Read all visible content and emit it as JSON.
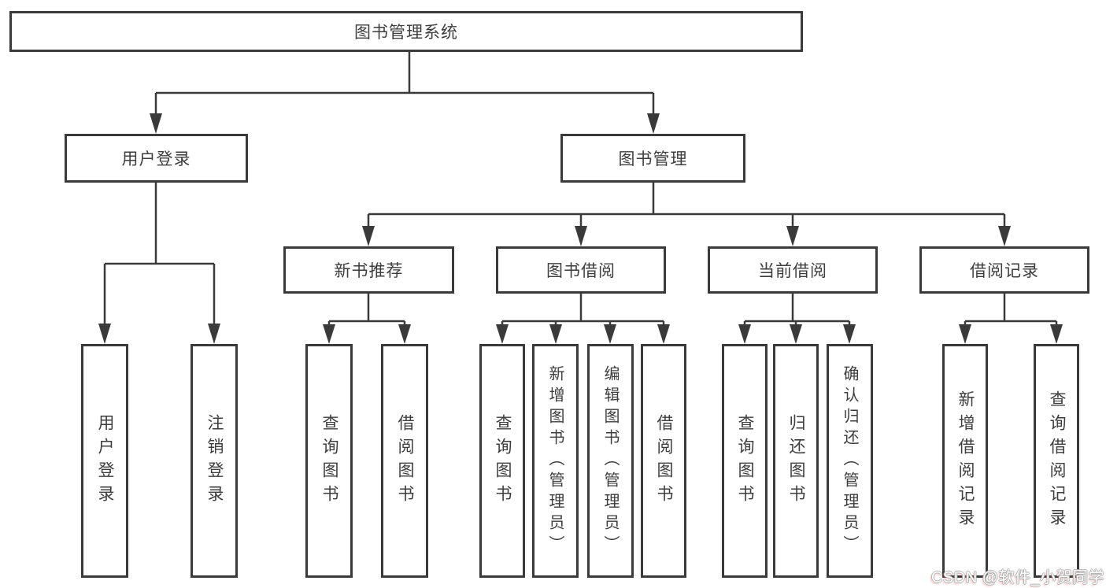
{
  "nodes": {
    "root": {
      "label": "图书管理系统"
    },
    "user_login": {
      "label": "用户登录"
    },
    "book_mgmt": {
      "label": "图书管理"
    },
    "new_book_rec": {
      "label": "新书推荐"
    },
    "book_borrow": {
      "label": "图书借阅"
    },
    "current_borrow": {
      "label": "当前借阅"
    },
    "borrow_record": {
      "label": "借阅记录"
    },
    "leaf_user_login": {
      "label": "用户登录"
    },
    "leaf_logout": {
      "label": "注销登录"
    },
    "leaf_query_book_rec": {
      "label": "查询图书"
    },
    "leaf_borrow_book_rec": {
      "label": "借阅图书"
    },
    "leaf_query_book_borrow": {
      "label": "查询图书"
    },
    "leaf_add_book_admin": {
      "label": "新增图书（管理员）"
    },
    "leaf_edit_book_admin": {
      "label": "编辑图书（管理员）"
    },
    "leaf_borrow_book_borrow": {
      "label": "借阅图书"
    },
    "leaf_query_book_current": {
      "label": "查询图书"
    },
    "leaf_return_book": {
      "label": "归还图书"
    },
    "leaf_confirm_return": {
      "label": "确认归还（管理员）"
    },
    "leaf_add_borrow_record": {
      "label": "新增借阅记录"
    },
    "leaf_query_borrow_record": {
      "label": "查询借阅记录"
    }
  },
  "watermark": {
    "text": "CSDN @软件_小贺同学"
  },
  "colors": {
    "line": "#3a3a3a",
    "box_border": "#3a3a3a",
    "text": "#3d3d3d",
    "background": "#ffffff",
    "watermark_fill": "#ffffff",
    "watermark_outline": "#b0b0b0"
  }
}
